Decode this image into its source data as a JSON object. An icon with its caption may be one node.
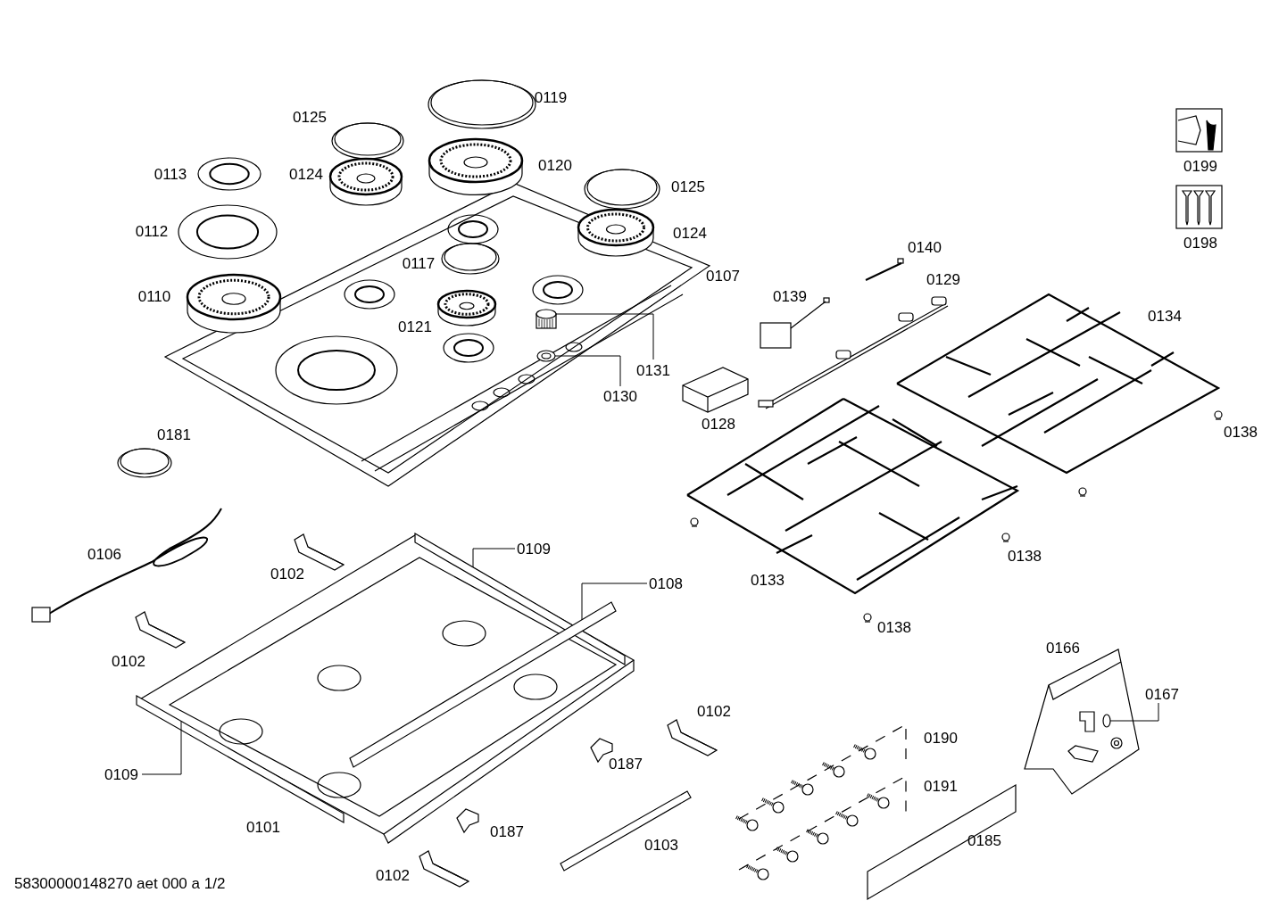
{
  "diagram": {
    "nodes": [
      {
        "text": [
          "0131"
        ]
      },
      {
        "text": [
          "0130"
        ]
      },
      {
        "text": [
          "0109"
        ]
      },
      {
        "text": [
          "0108"
        ]
      },
      {
        "text": [
          "0109"
        ]
      },
      {
        "text": [
          "0167"
        ]
      },
      {
        "text": [],
        "shape": "picture"
      },
      {
        "text": [],
        "shape": "picture"
      },
      {
        "text": [],
        "shape": "picture"
      },
      {
        "text": [],
        "shape": "picture"
      },
      {
        "text": [],
        "shape": "picture"
      },
      {
        "text": [],
        "shape": "picture"
      }
    ],
    "edges": [
      {
        "from": 0,
        "to": 6,
        "arrow": "none"
      },
      {
        "from": 1,
        "to": 7,
        "arrow": "none"
      },
      {
        "from": 2,
        "to": 8,
        "arrow": "none"
      },
      {
        "from": 3,
        "to": 9,
        "arrow": "none"
      },
      {
        "from": 4,
        "to": 10,
        "arrow": "none"
      },
      {
        "from": 5,
        "to": 11,
        "arrow": "none"
      }
    ],
    "labels": [
      "0119",
      "0125",
      "0113",
      "0124",
      "0120",
      "0199",
      "0125",
      "0112",
      "0124",
      "0198",
      "0140",
      "0117",
      "0107",
      "0129",
      "0110",
      "0139",
      "0134",
      "0121",
      "0181",
      "0128",
      "0138",
      "0106",
      "0138",
      "0102",
      "0133",
      "0138",
      "0166",
      "0102",
      "0102",
      "0190",
      "0187",
      "0191",
      "0101",
      "0187",
      "0103",
      "0185",
      "58300000148270 aet 000 a 1/2",
      "0102"
    ]
  }
}
